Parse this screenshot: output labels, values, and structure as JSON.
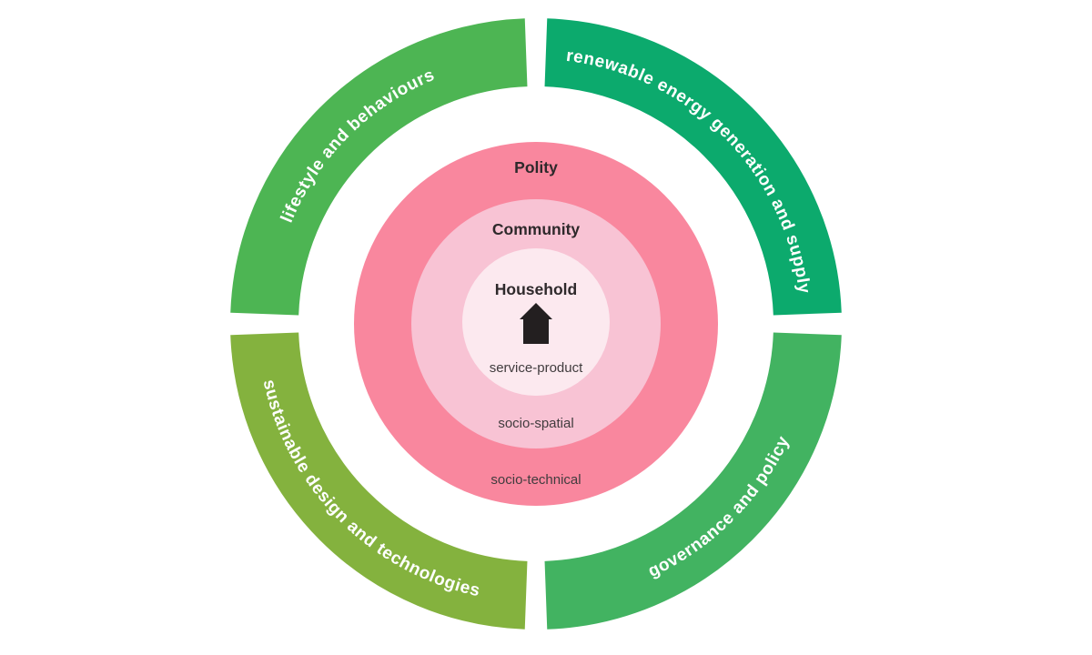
{
  "diagram": {
    "type": "concentric-rings-framework",
    "background_color": "#ffffff",
    "outer_ring": {
      "text_color": "#ffffff",
      "segments": [
        {
          "id": "lifestyle",
          "position": "top-left",
          "label": "lifestyle and behaviours",
          "color": "#4db553"
        },
        {
          "id": "renewable",
          "position": "top-right",
          "label": "renewable energy generation and supply",
          "color": "#0caa6d"
        },
        {
          "id": "governance",
          "position": "bottom-right",
          "label": "governance and policy",
          "color": "#42b361"
        },
        {
          "id": "sustainable",
          "position": "bottom-left",
          "label": "sustainable design and technologies",
          "color": "#84b23e"
        }
      ]
    },
    "rings": [
      {
        "id": "polity",
        "label": "Polity",
        "sublabel": "socio-technical",
        "color": "#f9879e"
      },
      {
        "id": "community",
        "label": "Community",
        "sublabel": "socio-spatial",
        "color": "#f8c3d4"
      },
      {
        "id": "household",
        "label": "Household",
        "sublabel": "service-product",
        "color": "#fce9ef"
      }
    ],
    "center_icon": {
      "name": "house-icon",
      "color": "#231f20"
    },
    "label_color": "#2e292b",
    "sublabel_color": "#413c3e"
  }
}
